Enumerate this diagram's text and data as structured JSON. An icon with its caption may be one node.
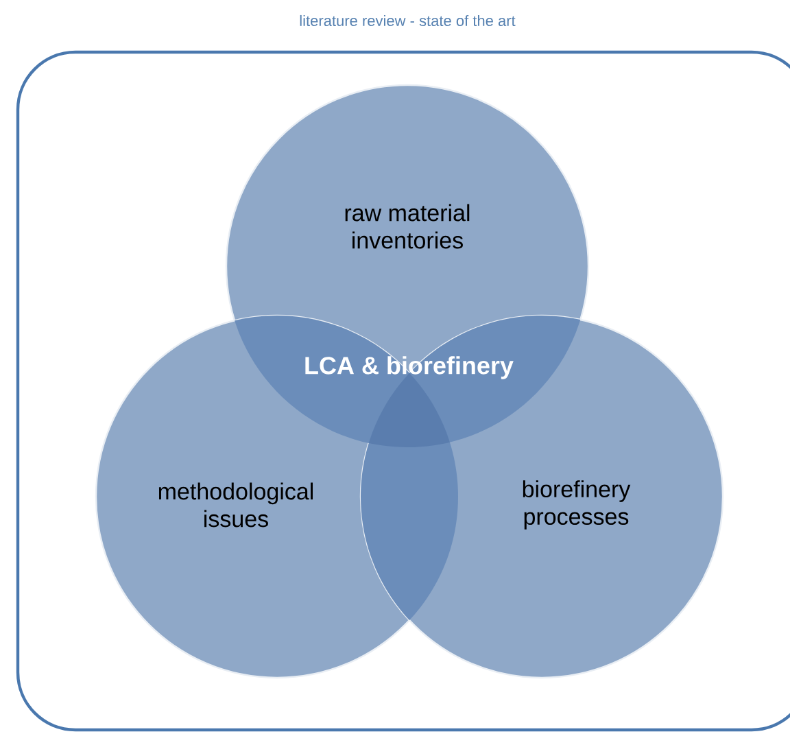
{
  "diagram": {
    "title": "literature review - state of the art",
    "nodes": [
      {
        "text": [
          "raw material inventories"
        ]
      },
      {
        "text": [
          "methodological issues"
        ]
      },
      {
        "text": [
          "biorefinery processes"
        ]
      }
    ],
    "labels": [
      "LCA & biorefinery"
    ]
  }
}
